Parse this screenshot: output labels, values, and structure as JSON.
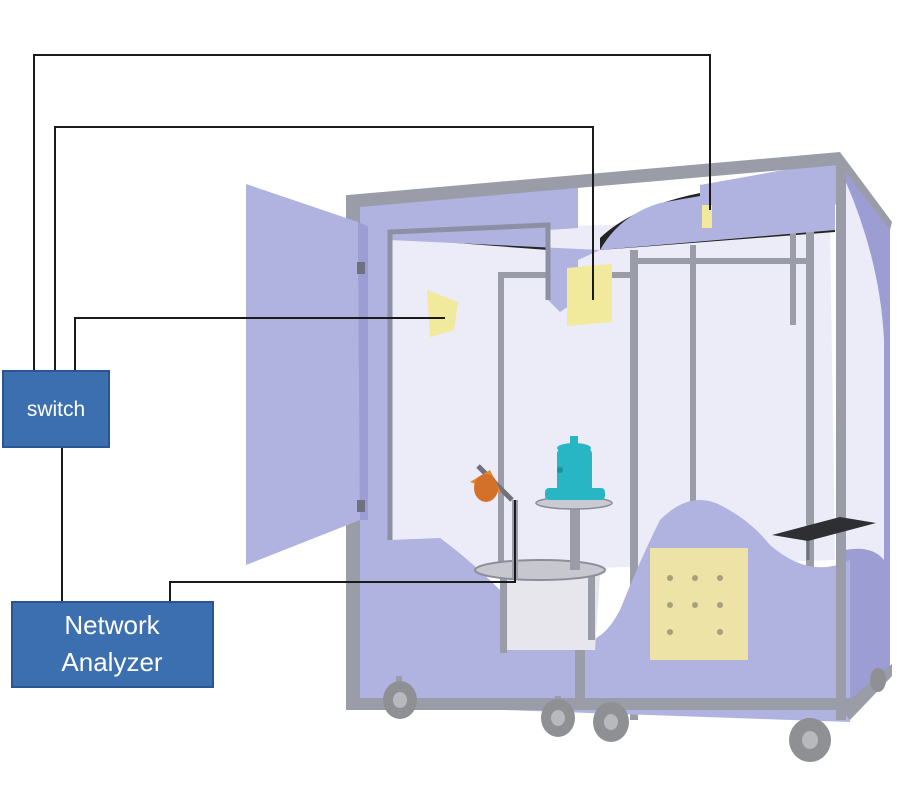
{
  "diagram": {
    "switch_box": {
      "label": "switch",
      "fill": "#3b6fb0",
      "border": "#2a5590"
    },
    "network_analyzer_box": {
      "line1": "Network",
      "line2": "Analyzer",
      "fill": "#3b6fb0",
      "border": "#2a5590"
    },
    "chamber": {
      "wall_color": "#b0b2e0",
      "wall_shade": "#9c9ed3",
      "frame_color": "#9a9ca8",
      "interior_light": "#ecebf8",
      "absorber_color": "#ede3a6",
      "antenna_color": "#f1e99c",
      "cone_color": "#e0892e",
      "cylinder_color": "#29b6c4",
      "wheel_color": "#8f9094",
      "ceiling_color": "#242424"
    },
    "cable_color": "#1a1a1a"
  }
}
